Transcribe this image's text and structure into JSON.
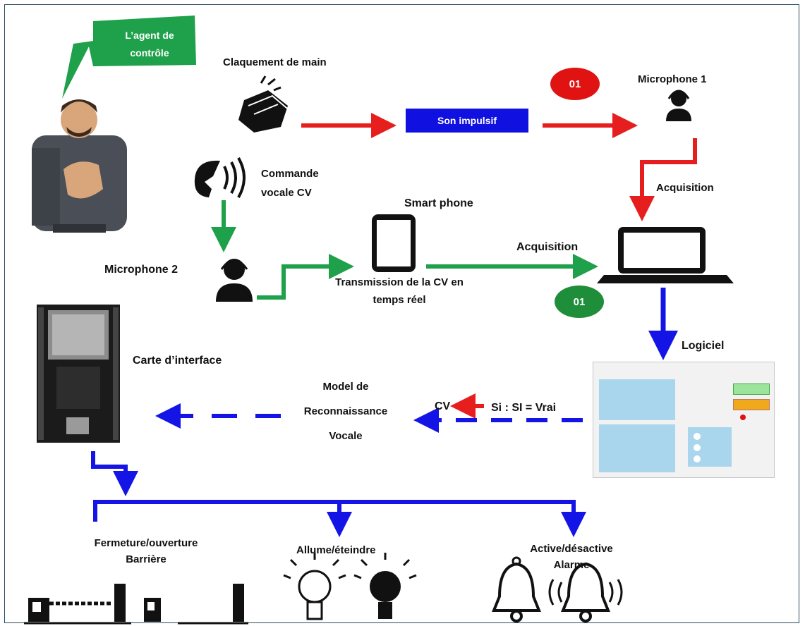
{
  "callout": {
    "line1": "L’agent de",
    "line2": "contrôle"
  },
  "labels": {
    "claquement": "Claquement de main",
    "son_impulsif": "Son impulsif",
    "badge_top": "01",
    "microphone1": "Microphone  1",
    "acquisition1": "Acquisition",
    "commande_line1": "Commande",
    "commande_line2": "vocale CV",
    "smartphone": "Smart phone",
    "microphone2": "Microphone 2",
    "transmission_line1": "Transmission de la CV en",
    "transmission_line2": "temps réel",
    "acquisition2": "Acquisition",
    "badge_bottom": "01",
    "logiciel": "Logiciel",
    "carte": "Carte d’interface",
    "model_line1": "Model de",
    "model_line2": "Reconnaissance",
    "model_line3": "Vocale",
    "cv": "CV",
    "condition": "Si : SI = Vrai",
    "barriere_line1": "Fermeture/ouverture",
    "barriere_line2": "Barrière",
    "allume": "Allume/éteindre",
    "alarme_line1": "Active/désactive",
    "alarme_line2": "Alarme"
  },
  "colors": {
    "red": "#e61e1e",
    "green": "#1fa04a",
    "blue": "#1414e6",
    "callout": "#1fa04a"
  },
  "icons": [
    "person-icon",
    "clapping-hands-icon",
    "speaking-head-icon",
    "headset-icon",
    "smartphone-icon",
    "laptop-icon",
    "esp32-board-icon",
    "barrier-icon",
    "lightbulb-icon",
    "bell-icon"
  ]
}
